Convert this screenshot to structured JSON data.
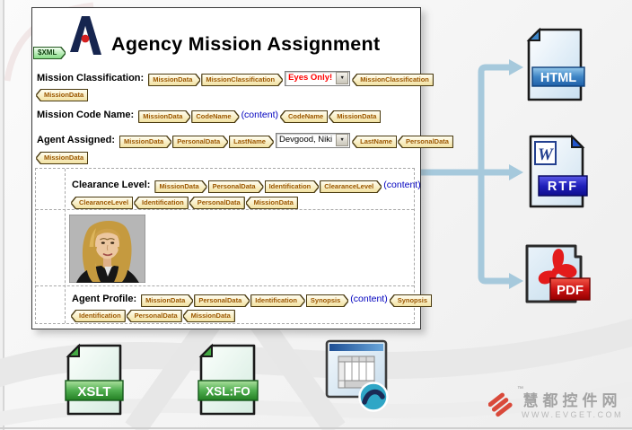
{
  "header": {
    "xml_tag": "$XML",
    "title": "Agency Mission Assignment"
  },
  "sections": {
    "mission_classification": {
      "label": "Mission Classification:",
      "line1": [
        {
          "t": "open",
          "label": "MissionData"
        },
        {
          "t": "open",
          "label": "MissionClassification"
        },
        {
          "t": "select",
          "value": "Eyes Only!",
          "color": "#ff0000",
          "bold": true
        },
        {
          "t": "close",
          "label": "MissionClassification"
        }
      ],
      "line2": [
        {
          "t": "close",
          "label": "MissionData"
        }
      ]
    },
    "mission_code_name": {
      "label": "Mission Code Name:",
      "line1": [
        {
          "t": "open",
          "label": "MissionData"
        },
        {
          "t": "open",
          "label": "CodeName"
        },
        {
          "t": "content",
          "label": "(content)"
        },
        {
          "t": "close",
          "label": "CodeName"
        },
        {
          "t": "close",
          "label": "MissionData"
        }
      ],
      "line2": []
    },
    "agent_assigned": {
      "label": "Agent Assigned:",
      "line1": [
        {
          "t": "open",
          "label": "MissionData"
        },
        {
          "t": "open",
          "label": "PersonalData"
        },
        {
          "t": "open",
          "label": "LastName"
        },
        {
          "t": "select",
          "value": "Devgood, Niki",
          "color": "#000000",
          "bold": false
        },
        {
          "t": "close",
          "label": "LastName"
        },
        {
          "t": "close",
          "label": "PersonalData"
        }
      ],
      "line2": [
        {
          "t": "close",
          "label": "MissionData"
        }
      ]
    },
    "clearance_level": {
      "label": "Clearance Level:",
      "line1": [
        {
          "t": "open",
          "label": "MissionData"
        },
        {
          "t": "open",
          "label": "PersonalData"
        },
        {
          "t": "open",
          "label": "Identification"
        },
        {
          "t": "open",
          "label": "ClearanceLevel"
        },
        {
          "t": "content",
          "label": "(content)"
        }
      ],
      "line2": [
        {
          "t": "close",
          "label": "ClearanceLevel"
        },
        {
          "t": "close",
          "label": "Identification"
        },
        {
          "t": "close",
          "label": "PersonalData"
        },
        {
          "t": "close",
          "label": "MissionData"
        }
      ]
    },
    "agent_profile": {
      "label": "Agent Profile:",
      "line1": [
        {
          "t": "open",
          "label": "MissionData"
        },
        {
          "t": "open",
          "label": "PersonalData"
        },
        {
          "t": "open",
          "label": "Identification"
        },
        {
          "t": "open",
          "label": "Synopsis"
        },
        {
          "t": "content",
          "label": "(content)"
        },
        {
          "t": "close",
          "label": "Synopsis"
        }
      ],
      "line2": [
        {
          "t": "close",
          "label": "Identification"
        },
        {
          "t": "close",
          "label": "PersonalData"
        },
        {
          "t": "close",
          "label": "MissionData"
        }
      ]
    }
  },
  "outputs": [
    {
      "label": "HTML"
    },
    {
      "label": "RTF"
    },
    {
      "label": "PDF"
    }
  ],
  "rtf_w": "W",
  "stylesheets": [
    {
      "label": "XSLT"
    },
    {
      "label": "XSL:FO"
    }
  ],
  "watermark": {
    "tm": "™",
    "site_name": "慧都控件网",
    "site_url": "WWW.EVGET.COM"
  },
  "colors": {
    "tag_text": "#9c5700",
    "content_text": "#0000bf",
    "eyes_only": "#ff0000",
    "arrow_blue": "#a6c9dc",
    "html_badge": "#2a6db5",
    "rtf_badge": "#12129e",
    "pdf_badge": "#bb0f0f",
    "xslt_badge": "#2f9e2f",
    "xml_tag_green": "#86dc86"
  }
}
